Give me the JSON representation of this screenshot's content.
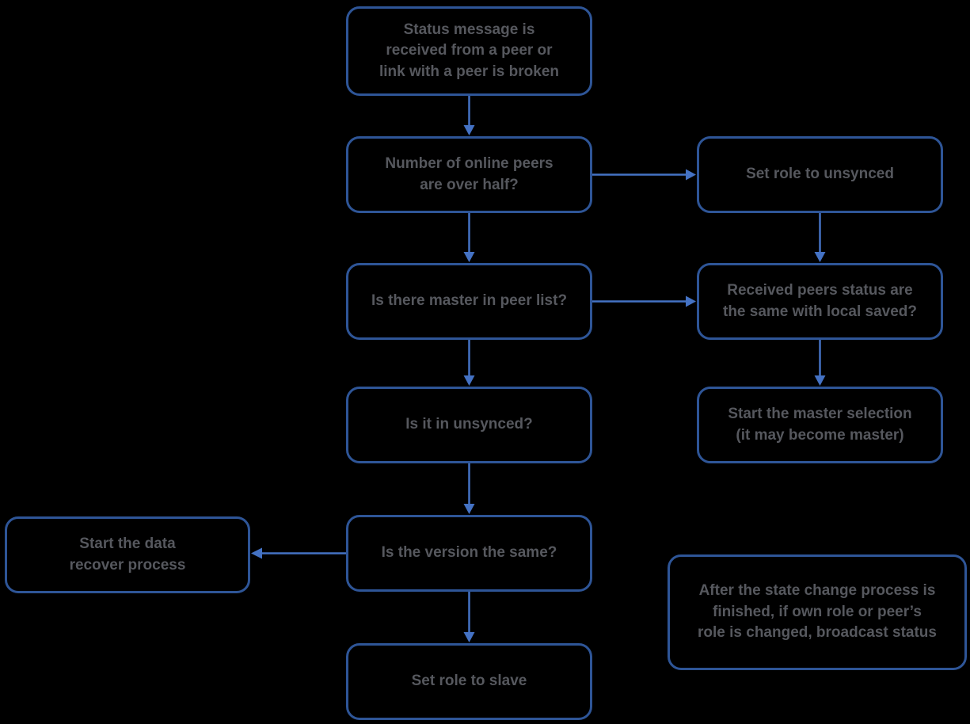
{
  "diagram": {
    "type": "flowchart",
    "colors": {
      "node_border": "#2e5597",
      "arrow": "#4472c4",
      "text": "#56585e",
      "background": "#000000"
    },
    "nodes": [
      {
        "id": "status-received",
        "label": "Status message is\nreceived from a peer or\nlink with a peer is broken"
      },
      {
        "id": "online-peers-over-half",
        "label": "Number of online peers\nare over half?"
      },
      {
        "id": "set-role-unsynced",
        "label": "Set role to unsynced"
      },
      {
        "id": "master-in-peer-list",
        "label": "Is there master in peer list?"
      },
      {
        "id": "received-status-same",
        "label": "Received peers status are\nthe same with local saved?"
      },
      {
        "id": "is-it-in-unsynced",
        "label": "Is it in unsynced?"
      },
      {
        "id": "start-master-selection",
        "label": "Start the master selection\n(it may become master)"
      },
      {
        "id": "is-version-same",
        "label": "Is the version the same?"
      },
      {
        "id": "start-data-recover",
        "label": "Start the data\nrecover process"
      },
      {
        "id": "set-role-slave",
        "label": "Set role to slave"
      },
      {
        "id": "broadcast-note",
        "label": "After the state change process is\nfinished, if own role or peer’s\nrole is changed, broadcast status"
      }
    ],
    "edges": [
      {
        "from": "status-received",
        "to": "online-peers-over-half",
        "direction": "down"
      },
      {
        "from": "online-peers-over-half",
        "to": "set-role-unsynced",
        "direction": "right"
      },
      {
        "from": "online-peers-over-half",
        "to": "master-in-peer-list",
        "direction": "down"
      },
      {
        "from": "set-role-unsynced",
        "to": "received-status-same",
        "direction": "down"
      },
      {
        "from": "master-in-peer-list",
        "to": "received-status-same",
        "direction": "right"
      },
      {
        "from": "master-in-peer-list",
        "to": "is-it-in-unsynced",
        "direction": "down"
      },
      {
        "from": "received-status-same",
        "to": "start-master-selection",
        "direction": "down"
      },
      {
        "from": "is-it-in-unsynced",
        "to": "is-version-same",
        "direction": "down"
      },
      {
        "from": "is-version-same",
        "to": "start-data-recover",
        "direction": "left"
      },
      {
        "from": "is-version-same",
        "to": "set-role-slave",
        "direction": "down"
      }
    ]
  }
}
